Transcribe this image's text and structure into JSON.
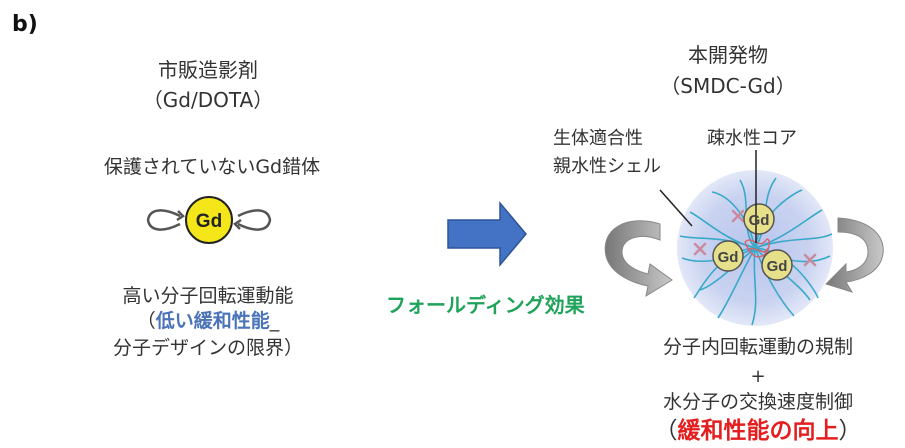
{
  "panel_label": "b)",
  "left": {
    "title": "市販造影剤",
    "subtitle": "（Gd/DOTA）",
    "unprotected_label": "保護されていないGd錯体",
    "gd_label": "Gd",
    "desc_line1": "高い分子回転運動能",
    "desc_line2_open": "（",
    "desc_line2_emph": "低い緩和性能",
    "desc_line2_close": "_",
    "desc_line3": "分子デザインの限界）"
  },
  "middle": {
    "folding_effect": "フォールディング効果"
  },
  "right": {
    "title": "本開発物",
    "subtitle": "（SMDC-Gd）",
    "label_biocompat_1": "生体適合性",
    "label_biocompat_2": "親水性シェル",
    "label_core": "疎水性コア",
    "gd_label": "Gd",
    "result_line1": "分子内回転運動の規制",
    "result_plus": "+",
    "result_line2": "水分子の交換速度制御",
    "result_line3_open": "（",
    "result_line3_emph": "緩和性能の向上",
    "result_line3_close": "）"
  },
  "colors": {
    "gd_fill_left": "#f5e61a",
    "gd_fill_right": "#e6e08a",
    "arrow_blue": "#4472c4",
    "folding_green": "#1fa35a",
    "emph_blue": "#4a73b8",
    "emph_red": "#e41e1e",
    "shell_blue": "#c9d3f0",
    "chain_teal": "#3aa9c9",
    "cross_mauve": "#c98aa0"
  }
}
